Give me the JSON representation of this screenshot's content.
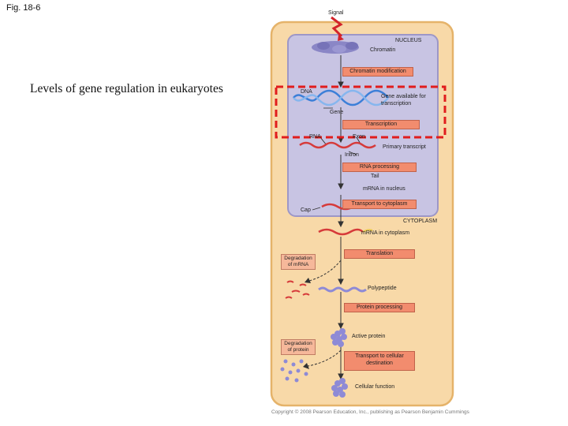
{
  "figure": {
    "label": "Fig. 18-6"
  },
  "side_title": "Levels of gene regulation in eukaryotes",
  "diagram": {
    "signal": "Signal",
    "nucleus": "NUCLEUS",
    "chromatin": "Chromatin",
    "cytoplasm": "CYTOPLASM",
    "steps": {
      "chromatin_modification": "Chromatin modification",
      "transcription": "Transcription",
      "rna_processing": "RNA processing",
      "transport_cytoplasm": "Transport to cytoplasm",
      "translation": "Translation",
      "protein_processing": "Protein processing",
      "transport_destination": "Transport to cellular destination"
    },
    "labels": {
      "dna": "DNA",
      "gene_available": "Gene available for transcription",
      "gene": "Gene",
      "rna": "RNA",
      "exon": "Exon",
      "primary_transcript": "Primary transcript",
      "intron": "Intron",
      "tail": "Tail",
      "mrna_nucleus": "mRNA in nucleus",
      "cap": "Cap",
      "mrna_cytoplasm": "mRNA in cytoplasm",
      "polypeptide": "Polypeptide",
      "active_protein": "Active protein",
      "cellular_function": "Cellular function"
    },
    "degradation": {
      "mrna": "Degradation of mRNA",
      "protein": "Degradation of protein"
    },
    "copyright": "Copyright © 2008 Pearson Education, Inc., publishing as Pearson Benjamin Cummings",
    "colors": {
      "cell": "#f8d9a8",
      "cell_border": "#e5b36a",
      "nucleus": "#c8c4e3",
      "nucleus_border": "#9d97c7",
      "step_box": "#f28c6e",
      "highlight": "#e11d1d",
      "mrna": "#d63a3a",
      "protein": "#8e8ad6",
      "dna_a": "#3c7fd8",
      "dna_b": "#86b6ee"
    }
  }
}
